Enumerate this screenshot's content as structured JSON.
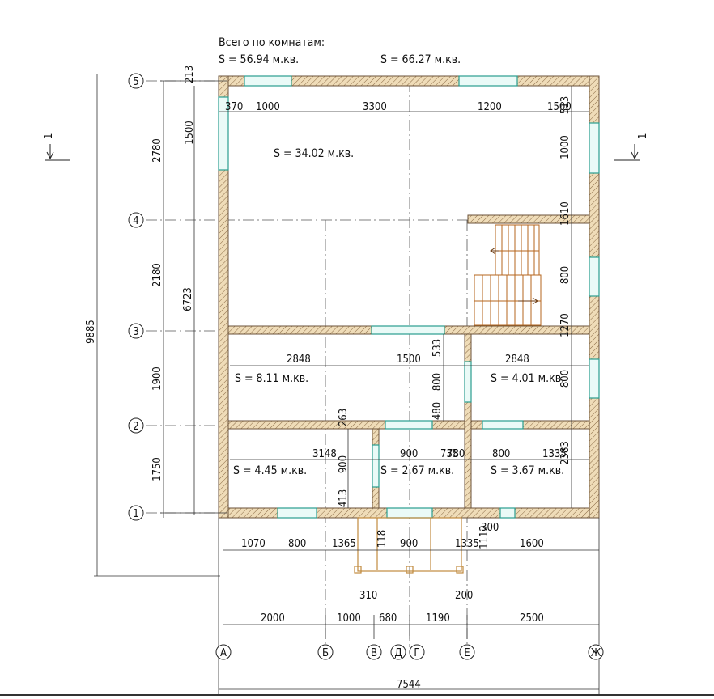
{
  "header": {
    "title": "Всего по комнатам:",
    "area_left": "S    =  56.94 м.кв.",
    "area_right": "S    =  66.27 м.кв."
  },
  "rooms": {
    "r1": "S    =  34.02 м.кв.",
    "r2": "S    =  8.11 м.кв.",
    "r3": "S    =  4.01 м.кв.",
    "r4": "S    =  4.45 м.кв.",
    "r5": "S    =  2.67 м.кв.",
    "r6": "S    =  3.67 м.кв."
  },
  "row_axes": [
    "5",
    "4",
    "3",
    "2",
    "1"
  ],
  "col_axes": [
    "А",
    "Б",
    "В",
    "Д",
    "Г",
    "Е",
    "Ж"
  ],
  "section_mark": "1",
  "dims_left": {
    "total": "9885",
    "inner": "6723",
    "d1": "2780",
    "d2": "2180",
    "d3": "1900",
    "d4": "1750"
  },
  "dims_inner_left": {
    "a": "213",
    "b": "1500",
    "c": "263",
    "d": "900",
    "e": "413"
  },
  "dims_top_row": [
    "370",
    "1000",
    "3300",
    "1200",
    "1500"
  ],
  "dims_right": {
    "a": "513",
    "b": "1000",
    "c": "1610",
    "d": "800",
    "e": "1270",
    "f": "800",
    "g": "2383"
  },
  "dims_middle": {
    "a": "2848",
    "b": "1500",
    "c": "533",
    "d": "2848",
    "e": "800",
    "f": "480"
  },
  "dims_lower_row": {
    "a": "3148",
    "b": "900",
    "c": "780",
    "d": "735",
    "e": "800",
    "f": "1335"
  },
  "dims_porch": {
    "a": "1070",
    "b": "800",
    "c": "1365",
    "d": "118",
    "e": "900",
    "f": "1335",
    "g": "300",
    "h": "1112",
    "i": "1600",
    "j": "310",
    "k": "200"
  },
  "dims_axes": [
    "2000",
    "1000",
    "680",
    "1190",
    "2500"
  ],
  "dims_total": "7544"
}
